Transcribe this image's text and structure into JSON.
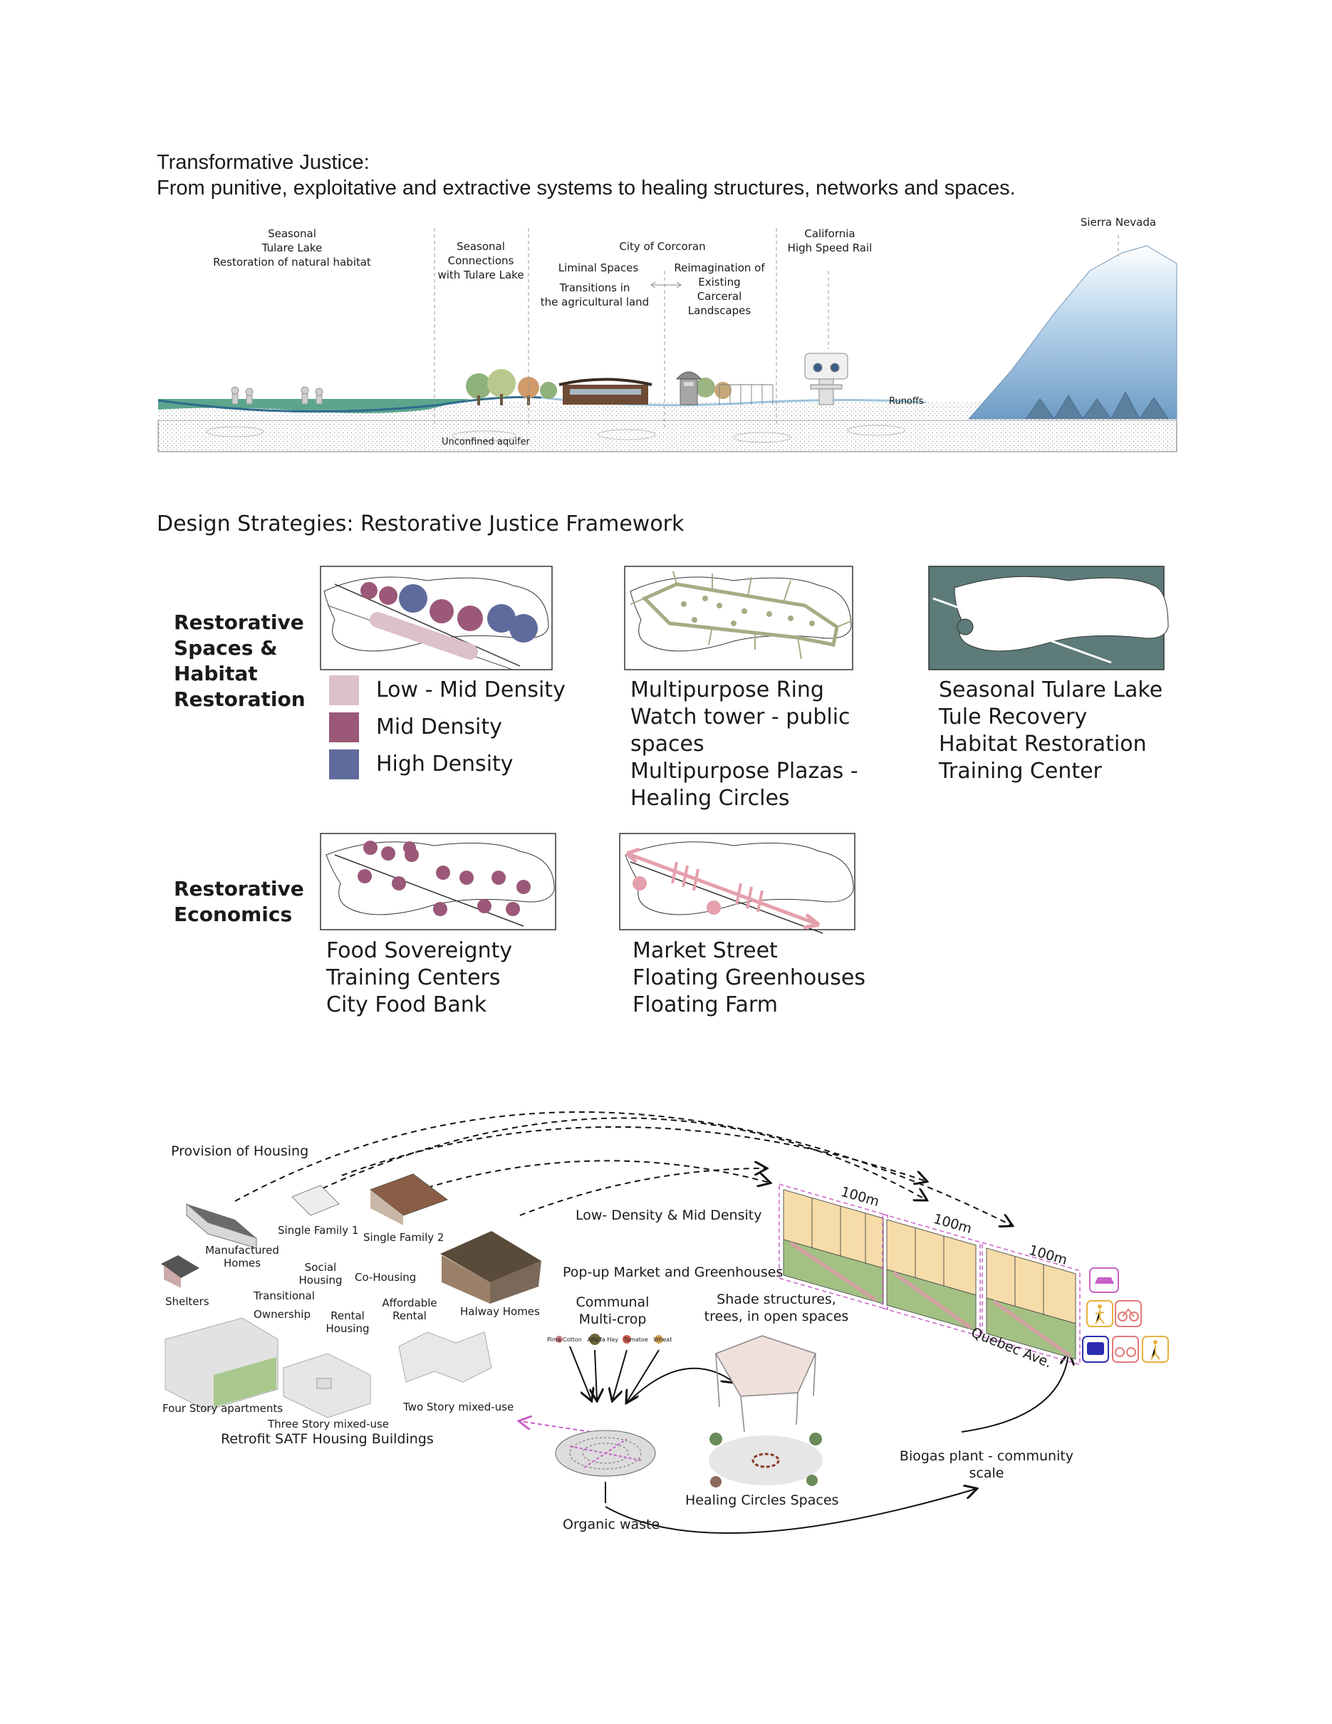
{
  "header": {
    "title": "Transformative Justice:",
    "subtitle": "From punitive, exploitative and extractive systems to healing structures, networks and spaces."
  },
  "section": {
    "labels": {
      "tulare": "Seasonal\nTulare Lake\nRestoration of natural habitat",
      "connections": "Seasonal\nConnections\nwith Tulare Lake",
      "city": "City of Corcoran",
      "liminal": "Liminal Spaces",
      "transitions": "Transitions in\nthe agricultural land",
      "reimagination": "Reimagination of\nExisting\nCarceral\nLandscapes",
      "rail": "California\nHigh Speed Rail",
      "sierra": "Sierra Nevada",
      "runoffs": "Runoffs",
      "aquifer": "Unconfined aquifer"
    }
  },
  "strategies": {
    "heading": "Design Strategies: Restorative Justice Framework",
    "row1_label": "Restorative\nSpaces &\nHabitat\nRestoration",
    "row2_label": "Restorative\nEconomics",
    "legend": [
      {
        "label": "Low - Mid Density",
        "color": "#dcc0cb"
      },
      {
        "label": "Mid Density",
        "color": "#9b5878"
      },
      {
        "label": "High Density",
        "color": "#5e6b9c"
      }
    ],
    "panel2_caption": "Multipurpose Ring\nWatch tower - public\nspaces\nMultipurpose Plazas -\nHealing Circles",
    "panel3_caption": "Seasonal Tulare Lake\nTule Recovery\nHabitat Restoration\nTraining Center",
    "panel4_caption": "Food Sovereignty\nTraining Centers\nCity Food Bank",
    "panel5_caption": "Market Street\nFloating Greenhouses\nFloating Farm"
  },
  "housing": {
    "provision": "Provision of Housing",
    "manufactured": "Manufactured\nHomes",
    "single1": "Single Family 1",
    "single2": "Single Family 2",
    "shelters": "Shelters",
    "halway": "Halway Homes",
    "social": "Social\nHousing",
    "cohousing": "Co-Housing",
    "transitional": "Transitional",
    "affordable": "Affordable\nRental",
    "ownership": "Ownership",
    "rental": "Rental\nHousing",
    "four_story": "Four Story apartments",
    "three_story": "Three Story mixed-use",
    "two_story": "Two Story mixed-use",
    "retrofit": "Retrofit SATF Housing Buildings",
    "low_density": "Low- Density & Mid Density",
    "popup": "Pop-up Market and Greenhouses",
    "communal": "Communal\nMulti-crop",
    "crops": [
      "Pima Cotton",
      "Alfalfa Hay",
      "Tomatoe",
      "Wheat"
    ],
    "shade": "Shade structures,\ntrees, in open spaces",
    "healing": "Healing Circles Spaces",
    "organic": "Organic waste",
    "biogas": "Biogas plant - community\nscale",
    "blocks": [
      "100m",
      "100m",
      "100m"
    ],
    "street": "Quebec Ave."
  }
}
